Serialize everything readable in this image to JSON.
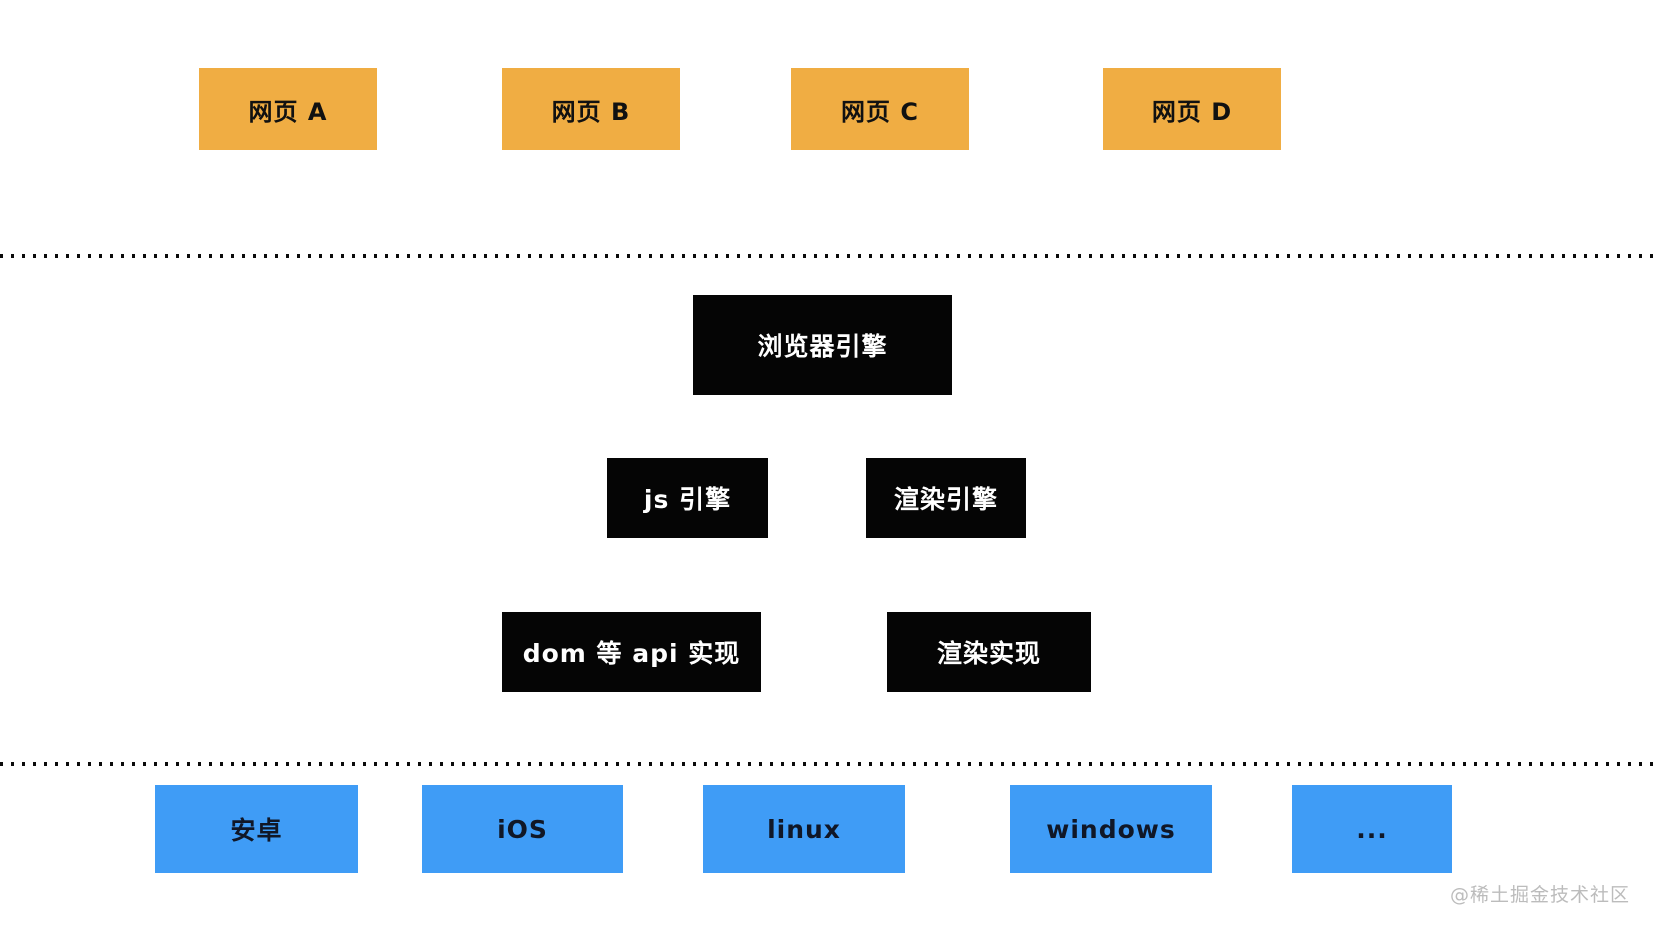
{
  "diagram": {
    "web_pages": [
      {
        "label": "网页 A"
      },
      {
        "label": "网页 B"
      },
      {
        "label": "网页 C"
      },
      {
        "label": "网页 D"
      }
    ],
    "browser_engine": {
      "label": "浏览器引擎"
    },
    "engines": [
      {
        "label": "js 引擎"
      },
      {
        "label": "渲染引擎"
      }
    ],
    "implementations": [
      {
        "label": "dom 等 api 实现"
      },
      {
        "label": "渲染实现"
      }
    ],
    "platforms": [
      {
        "label": "安卓"
      },
      {
        "label": "iOS"
      },
      {
        "label": "linux"
      },
      {
        "label": "windows"
      },
      {
        "label": "..."
      }
    ],
    "watermark": "@稀土掘金技术社区",
    "colors": {
      "web_page_box": "#f0ad43",
      "engine_box": "#050505",
      "platform_box": "#3f9cf6",
      "dotted_line": "#0b0b0b",
      "watermark_text": "#bcbcbc",
      "background": "#ffffff"
    }
  }
}
